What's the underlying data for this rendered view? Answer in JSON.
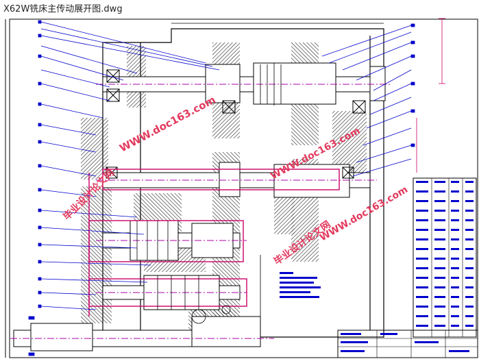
{
  "window": {
    "title": "X62W铣床主传动展开图.dwg"
  },
  "watermarks": [
    {
      "text": "WWW.doc163.com"
    },
    {
      "text": "毕业设计论文网"
    },
    {
      "text": "WWW.doc163.com"
    },
    {
      "text": "毕业设计论文网"
    },
    {
      "text": "WWW.doc163.com"
    }
  ],
  "colors": {
    "linework": "#000000",
    "hatch": "#222222",
    "leader": "#0000cc",
    "centerline": "#aa00aa",
    "watermark": "#e23a5e",
    "dimension": "#cc0066"
  }
}
